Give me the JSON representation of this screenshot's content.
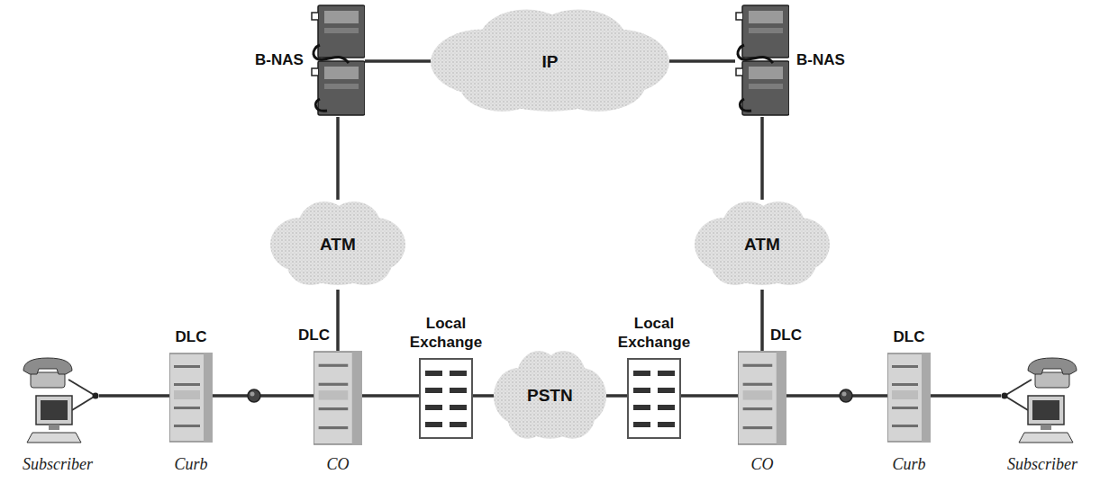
{
  "diagram": {
    "nodes": [
      {
        "text": [
          "B-NAS"
        ]
      },
      {
        "text": [
          "IP"
        ]
      },
      {
        "text": [
          "B-NAS"
        ]
      },
      {
        "text": [
          "ATM"
        ]
      },
      {
        "text": [
          "ATM"
        ]
      },
      {
        "text": [
          "Subscriber"
        ]
      },
      {
        "text": [
          "DLC"
        ]
      },
      {
        "text": [
          "DLC"
        ]
      },
      {
        "text": [
          "Local Exchange"
        ]
      },
      {
        "text": [
          "PSTN"
        ]
      },
      {
        "text": [
          "Local Exchange"
        ]
      },
      {
        "text": [
          "DLC"
        ]
      },
      {
        "text": [
          "DLC"
        ]
      },
      {
        "text": [
          "Subscriber"
        ]
      }
    ],
    "edges": [
      {
        "from": 0,
        "to": 1,
        "arrow": "none"
      },
      {
        "from": 1,
        "to": 2,
        "arrow": "none"
      },
      {
        "from": 0,
        "to": 3,
        "arrow": "none"
      },
      {
        "from": 2,
        "to": 4,
        "arrow": "none"
      },
      {
        "from": 3,
        "to": 7,
        "arrow": "none"
      },
      {
        "from": 4,
        "to": 11,
        "arrow": "none"
      },
      {
        "from": 5,
        "to": 6,
        "arrow": "none"
      },
      {
        "from": 6,
        "to": 7,
        "arrow": "none"
      },
      {
        "from": 7,
        "to": 8,
        "arrow": "none"
      },
      {
        "from": 8,
        "to": 9,
        "arrow": "none"
      },
      {
        "from": 9,
        "to": 10,
        "arrow": "none"
      },
      {
        "from": 10,
        "to": 11,
        "arrow": "none"
      },
      {
        "from": 11,
        "to": 12,
        "arrow": "none"
      },
      {
        "from": 12,
        "to": 13,
        "arrow": "none"
      }
    ],
    "labels": [
      "Curb",
      "CO",
      "CO",
      "Curb"
    ]
  }
}
